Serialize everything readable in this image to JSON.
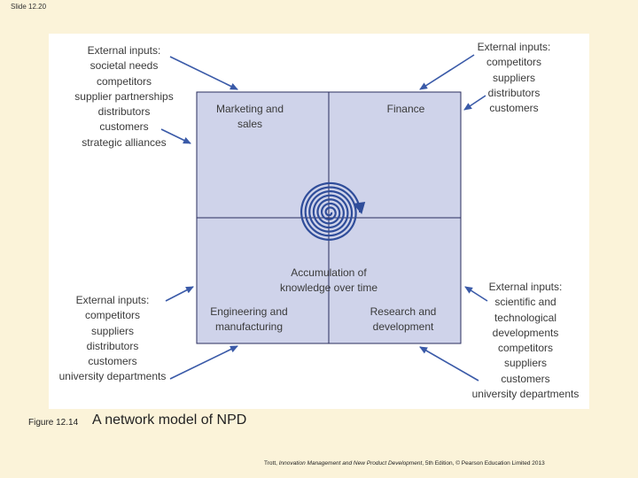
{
  "slide": {
    "number": "Slide 12.20"
  },
  "quadrants": {
    "top_left": [
      "Marketing and",
      "sales"
    ],
    "top_right": [
      "Finance"
    ],
    "bottom_left": [
      "Engineering and",
      "manufacturing"
    ],
    "bottom_right": [
      "Research and",
      "development"
    ]
  },
  "center_label": [
    "Accumulation of",
    "knowledge over time"
  ],
  "external_inputs": {
    "top_left": [
      "External inputs:",
      "societal needs",
      "competitors",
      "supplier partnerships",
      "distributors",
      "customers",
      "strategic alliances"
    ],
    "top_right": [
      "External inputs:",
      "competitors",
      "suppliers",
      "distributors",
      "customers"
    ],
    "bottom_left": [
      "External inputs:",
      "competitors",
      "suppliers",
      "distributors",
      "customers",
      "university departments"
    ],
    "bottom_right": [
      "External inputs:",
      "scientific and",
      "technological",
      "developments",
      "competitors",
      "suppliers",
      "customers",
      "university departments"
    ]
  },
  "caption": {
    "number": "Figure 12.14",
    "title": "A network model of NPD"
  },
  "credit": {
    "author": "Trott, ",
    "book": "Innovation Management and New Product Development",
    "edition": ", 5th Edition, © Pearson Education Limited 2013"
  },
  "colors": {
    "page_bg": "#fbf3d9",
    "quadrant_fill": "#cfd3ea",
    "line": "#2a2d5e",
    "spiral": "#2f4d9a"
  }
}
